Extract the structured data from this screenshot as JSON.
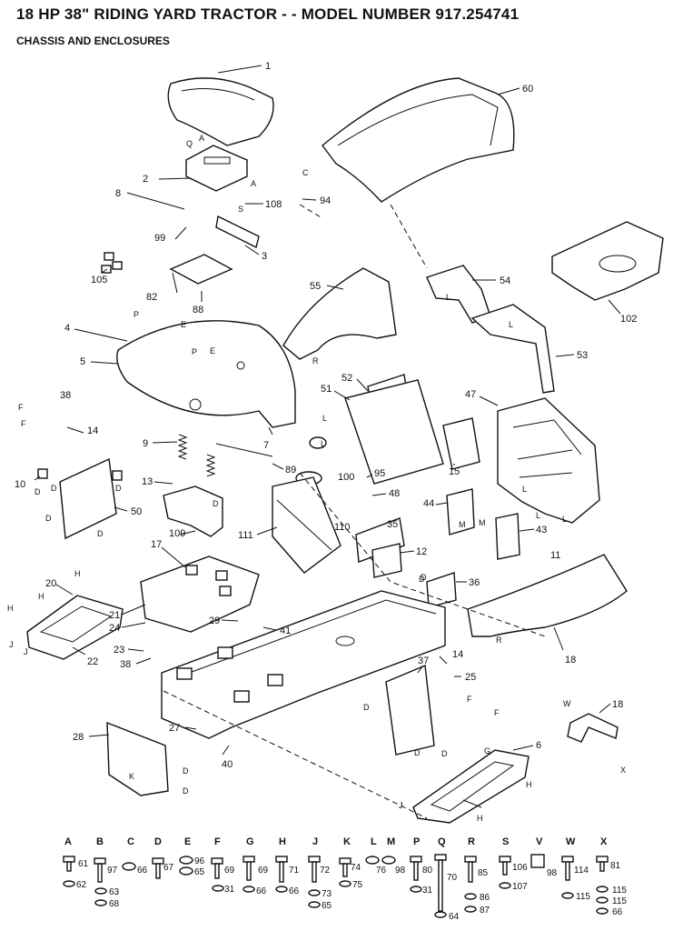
{
  "header": {
    "title": "18 HP 38\" RIDING YARD TRACTOR - - MODEL NUMBER 917.254741",
    "subtitle": "CHASSIS AND ENCLOSURES"
  },
  "callouts": [
    "1",
    "60",
    "2",
    "108",
    "94",
    "8",
    "99",
    "3",
    "105",
    "82",
    "88",
    "55",
    "54",
    "102",
    "53",
    "4",
    "5",
    "52",
    "51",
    "47",
    "38",
    "14",
    "9",
    "7",
    "89",
    "100",
    "95",
    "48",
    "15",
    "10",
    "13",
    "50",
    "44",
    "43",
    "11",
    "109",
    "111",
    "110",
    "35",
    "12",
    "36",
    "17",
    "20",
    "21",
    "24",
    "29",
    "41",
    "18",
    "22",
    "23",
    "38",
    "37",
    "14",
    "25",
    "28",
    "27",
    "40",
    "6",
    "18"
  ],
  "letters": [
    "Q",
    "A",
    "A",
    "C",
    "S",
    "P",
    "E",
    "P",
    "E",
    "F",
    "F",
    "D",
    "D",
    "D",
    "D",
    "D",
    "D",
    "D",
    "L",
    "L",
    "L",
    "L",
    "L",
    "L",
    "M",
    "M",
    "L",
    "R",
    "R",
    "H",
    "H",
    "J",
    "J",
    "H",
    "H",
    "J",
    "H",
    "D",
    "D",
    "D",
    "D",
    "F",
    "F",
    "G",
    "K",
    "D",
    "D",
    "W",
    "X"
  ],
  "hardware": {
    "letters": [
      "A",
      "B",
      "C",
      "D",
      "E",
      "F",
      "G",
      "H",
      "J",
      "K",
      "L",
      "M",
      "P",
      "Q",
      "R",
      "S",
      "V",
      "W",
      "X"
    ],
    "numbers": [
      "61",
      "62",
      "97",
      "63",
      "68",
      "66",
      "67",
      "96",
      "65",
      "69",
      "31",
      "69",
      "66",
      "71",
      "66",
      "72",
      "73",
      "65",
      "74",
      "75",
      "76",
      "98",
      "80",
      "31",
      "70",
      "64",
      "85",
      "86",
      "87",
      "106",
      "107",
      "98",
      "114",
      "115",
      "81",
      "115",
      "115",
      "66"
    ]
  }
}
